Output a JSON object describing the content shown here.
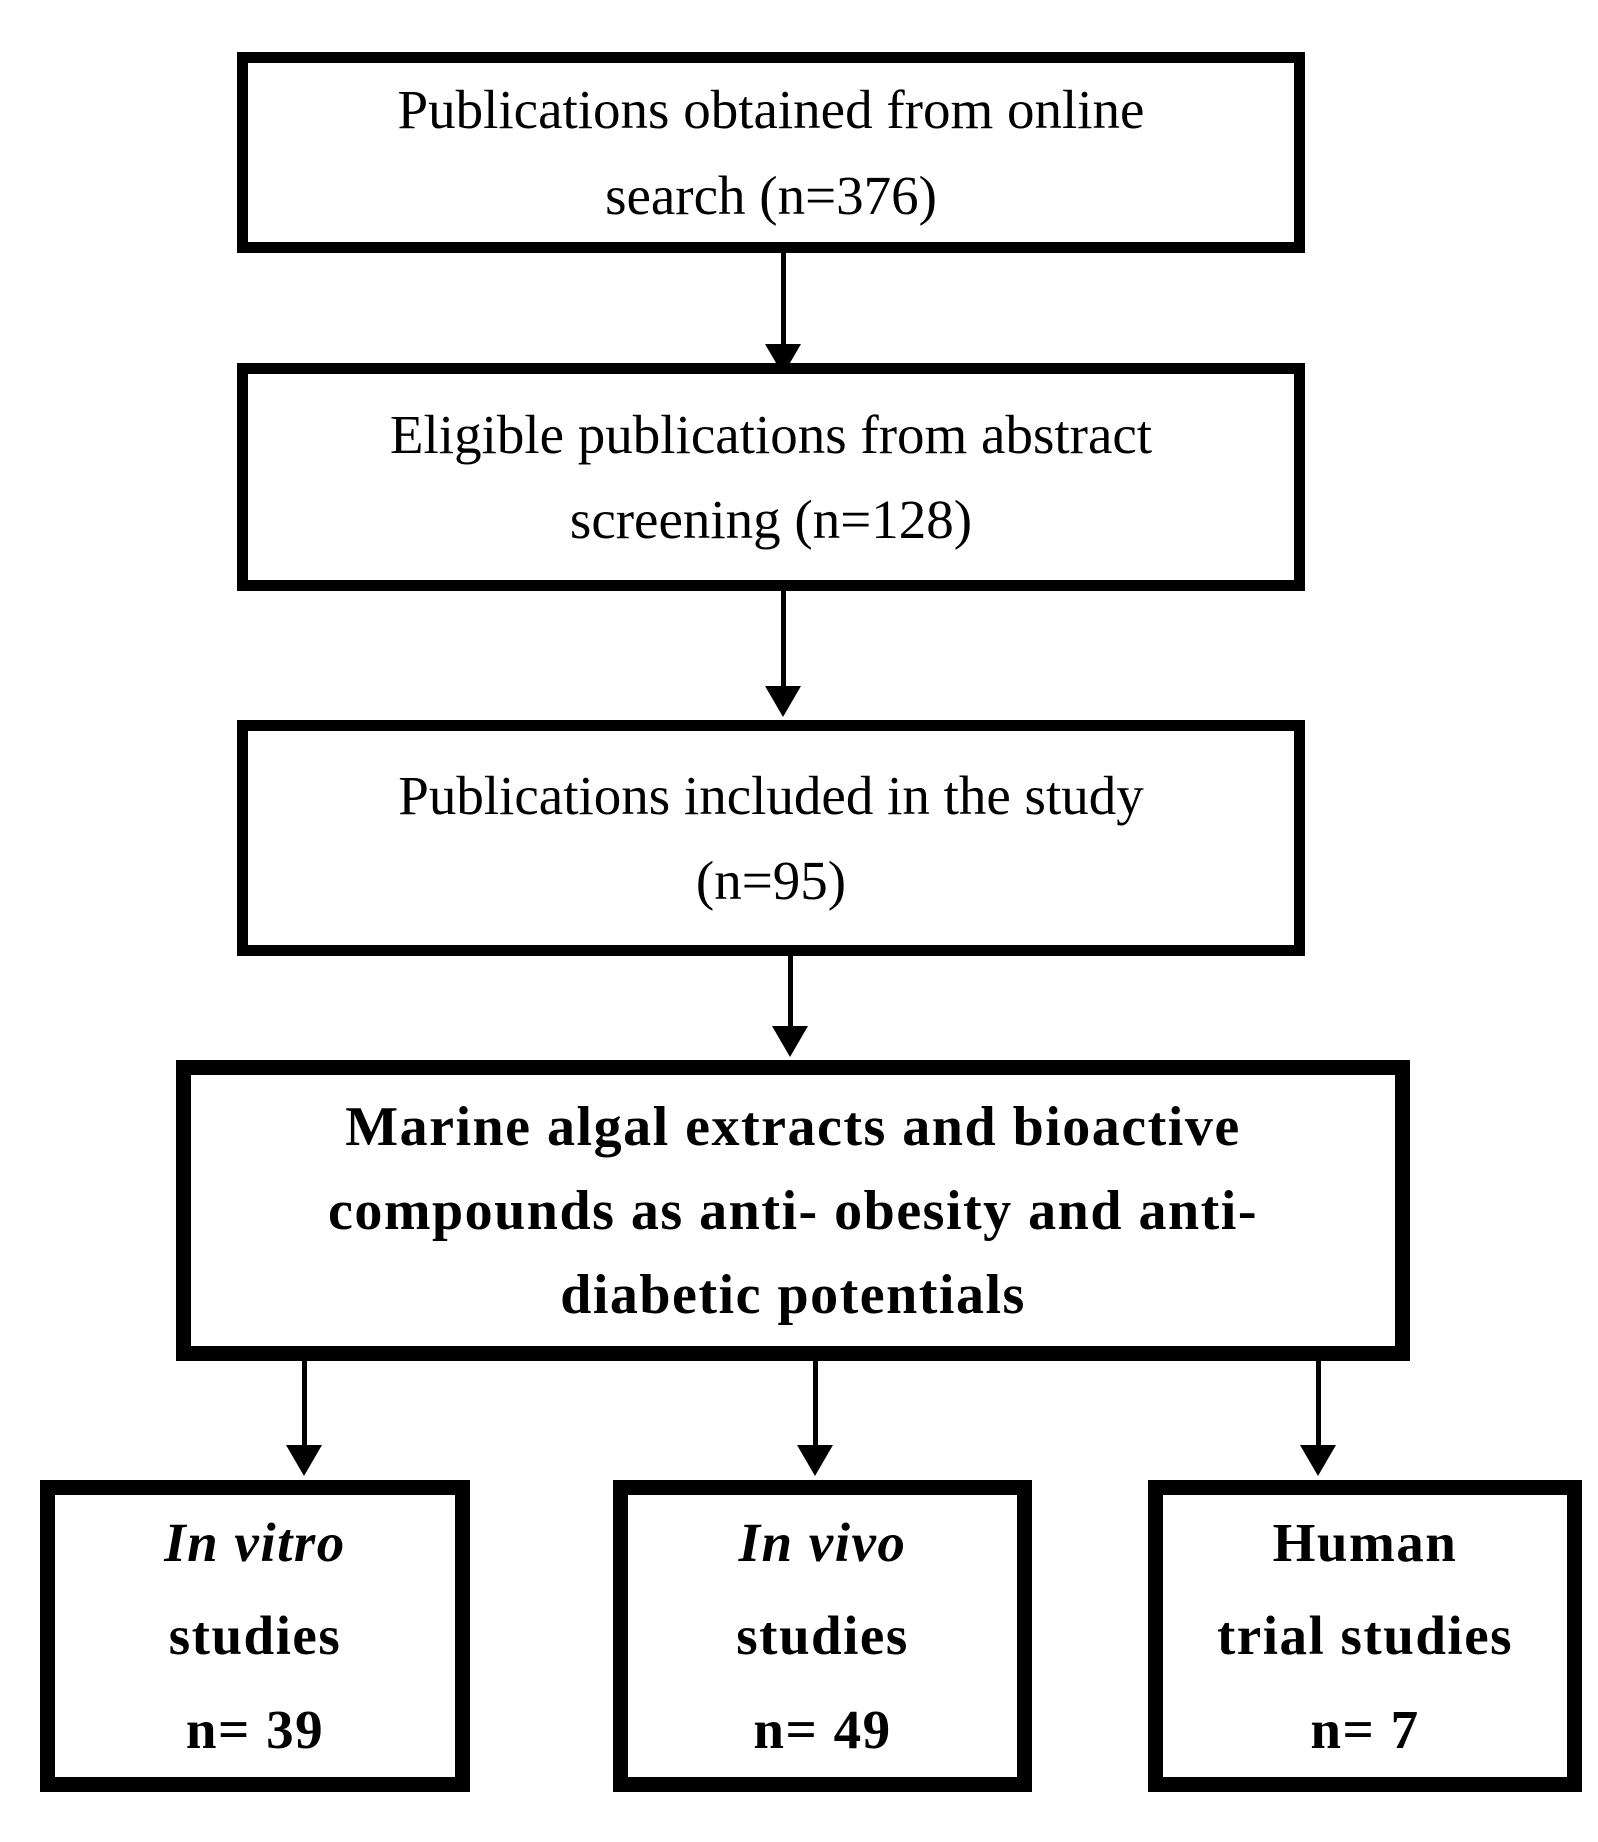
{
  "flowchart": {
    "colors": {
      "border": "#000000",
      "background": "#ffffff",
      "text": "#000000"
    },
    "main_boxes": [
      {
        "name": "publications-online-search",
        "text": "Publications obtained from online\nsearch (n=376)"
      },
      {
        "name": "eligible-abstract-screening",
        "text": "Eligible publications from abstract\nscreening (n=128)"
      },
      {
        "name": "publications-included",
        "text": "Publications included in the study\n(n=95)"
      },
      {
        "name": "marine-algal-extracts",
        "text": "Marine algal extracts and bioactive\ncompounds as anti- obesity and anti-\ndiabetic potentials"
      }
    ],
    "outcome_boxes": {
      "in_vitro": {
        "italic_label": "In vitro",
        "rest_label": "studies\nn= 39"
      },
      "in_vivo": {
        "italic_label": "In vivo",
        "rest_label": "studies\nn= 49"
      },
      "human_trial": {
        "label": "Human\ntrial studies\nn= 7"
      }
    }
  }
}
